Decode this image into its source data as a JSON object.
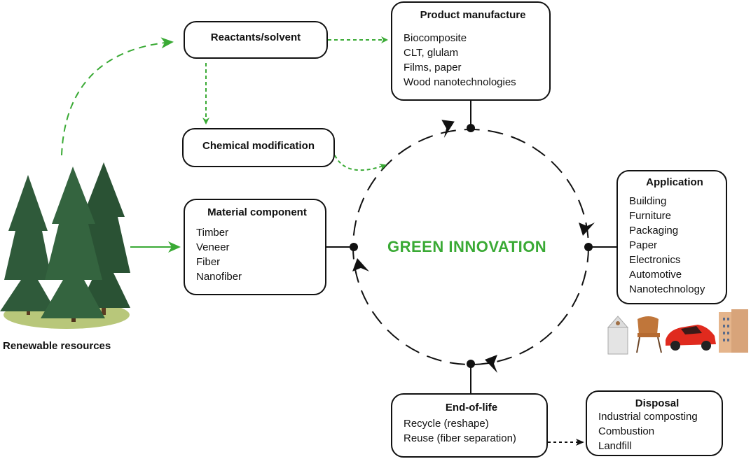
{
  "center_label": "GREEN INNOVATION",
  "colors": {
    "green": "#3aaa35",
    "black": "#111111"
  },
  "renewable_label": "Renewable resources",
  "reactants": {
    "title": "Reactants/solvent"
  },
  "chemical": {
    "title": "Chemical modification"
  },
  "product": {
    "title": "Product manufacture",
    "items": [
      "Biocomposite",
      "CLT, glulam",
      "Films, paper",
      "Wood nanotechnologies"
    ]
  },
  "material": {
    "title": "Material component",
    "items": [
      "Timber",
      "Veneer",
      "Fiber",
      "Nanofiber"
    ]
  },
  "application": {
    "title": "Application",
    "items": [
      "Building",
      "Furniture",
      "Packaging",
      "Paper",
      "Electronics",
      "Automotive",
      "Nanotechnology"
    ]
  },
  "endoflife": {
    "title": "End-of-life",
    "items": [
      "Recycle (reshape)",
      "Reuse (fiber separation)"
    ]
  },
  "disposal": {
    "title": "Disposal",
    "items": [
      "Industrial composting",
      "Combustion",
      "Landfill"
    ]
  },
  "icons": [
    "tree-icon",
    "milk-carton-icon",
    "chair-icon",
    "car-icon",
    "building-icon"
  ]
}
